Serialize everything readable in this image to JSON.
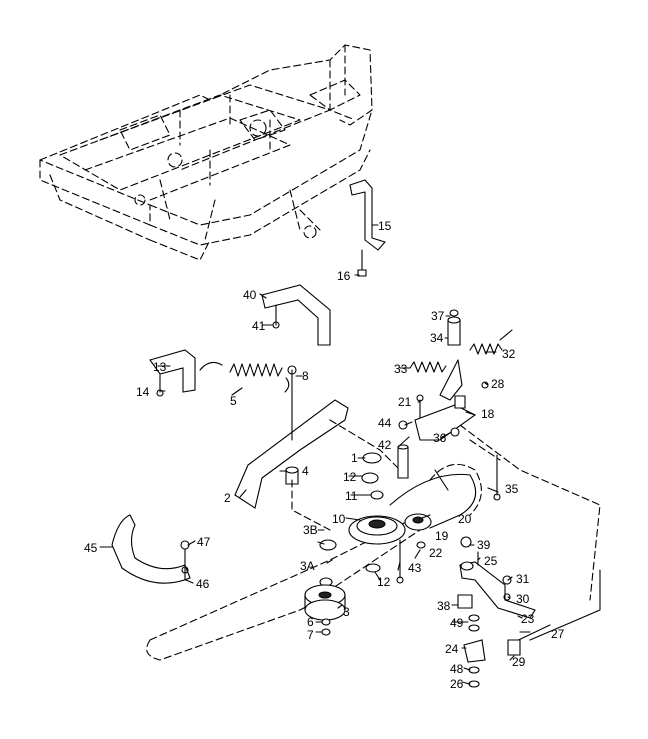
{
  "figure": {
    "callouts": {
      "c1": "1",
      "c2": "2",
      "c3": "3",
      "c3A": "3A",
      "c3B": "3B",
      "c4": "4",
      "c5": "5",
      "c6": "6",
      "c7": "7",
      "c8": "8",
      "c10": "10",
      "c11": "11",
      "c12a": "12",
      "c12b": "12",
      "c13": "13",
      "c14": "14",
      "c15": "15",
      "c16": "16",
      "c18": "18",
      "c19": "19",
      "c20": "20",
      "c21": "21",
      "c22": "22",
      "c23": "23",
      "c24": "24",
      "c25": "25",
      "c26": "26",
      "c27": "27",
      "c28": "28",
      "c29": "29",
      "c30": "30",
      "c31": "31",
      "c32": "32",
      "c33": "33",
      "c34": "34",
      "c35": "35",
      "c36": "36",
      "c37": "37",
      "c38": "38",
      "c39": "39",
      "c40": "40",
      "c41": "41",
      "c42": "42",
      "c43": "43",
      "c44": "44",
      "c45": "45",
      "c46": "46",
      "c47": "47",
      "c48": "48",
      "c49": "49"
    }
  }
}
